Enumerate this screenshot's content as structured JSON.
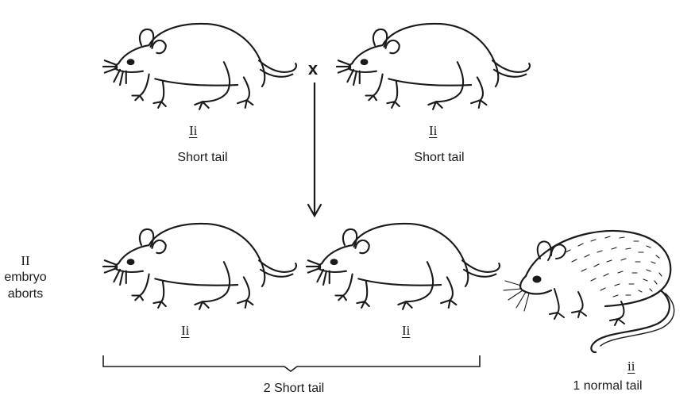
{
  "parents": [
    {
      "genotype": "Ii",
      "phenotype": "Short tail"
    },
    {
      "genotype": "Ii",
      "phenotype": "Short tail"
    }
  ],
  "cross_symbol": "x",
  "offspring": {
    "lethal": {
      "genotype": "II",
      "phenotype_line1": "embryo",
      "phenotype_line2": "aborts"
    },
    "short": [
      {
        "genotype": "Ii"
      },
      {
        "genotype": "Ii"
      }
    ],
    "short_group_label": "2 Short tail",
    "normal": {
      "genotype": "ii",
      "label": "1 normal tail"
    }
  }
}
